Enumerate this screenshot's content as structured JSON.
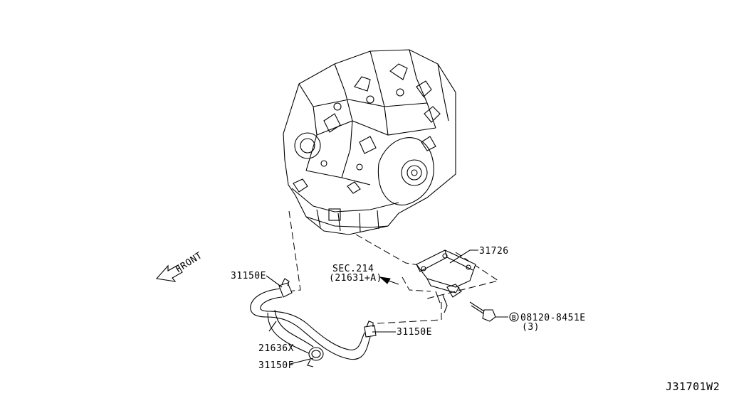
{
  "front_label": "FRONT",
  "callouts": {
    "cooler": "31726",
    "clamp_upper": "31150E",
    "clamp_lower": "31150E",
    "clamp_f": "31150F",
    "hose": "21636X",
    "section_ref": "SEC.214",
    "section_sub": "(21631+A)",
    "bolt_marker": "B",
    "bolt_part": "08120-8451E",
    "bolt_qty": "(3)"
  },
  "figure_id": "J31701W2"
}
